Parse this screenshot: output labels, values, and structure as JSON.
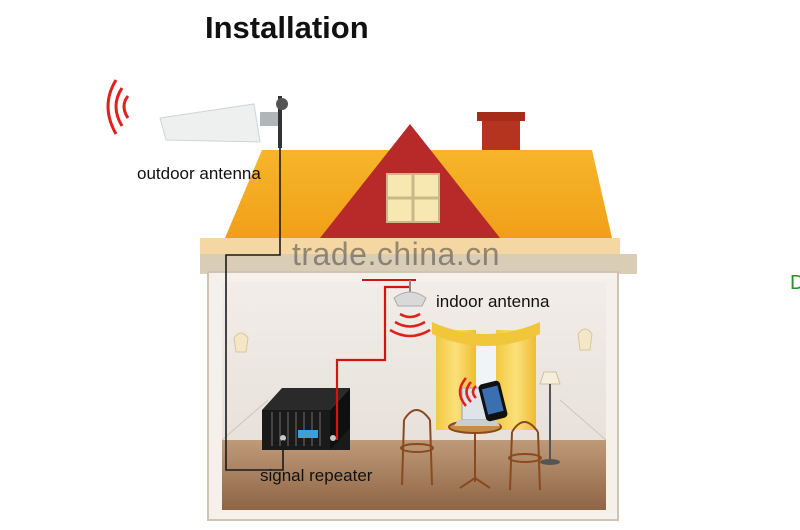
{
  "title": "Installation",
  "labels": {
    "outdoor_antenna": "outdoor antenna",
    "indoor_antenna": "indoor antenna",
    "signal_repeater": "signal repeater"
  },
  "watermark": "trade.china.cn",
  "edge_letter": "D",
  "colors": {
    "roof": "#f4a81c",
    "gable": "#b82a2a",
    "chimney": "#b5341f",
    "signal_waves": "#e0201c",
    "cable_dark": "#1a1a1a",
    "cable_red": "#d41414",
    "floor": "#a9805e"
  }
}
